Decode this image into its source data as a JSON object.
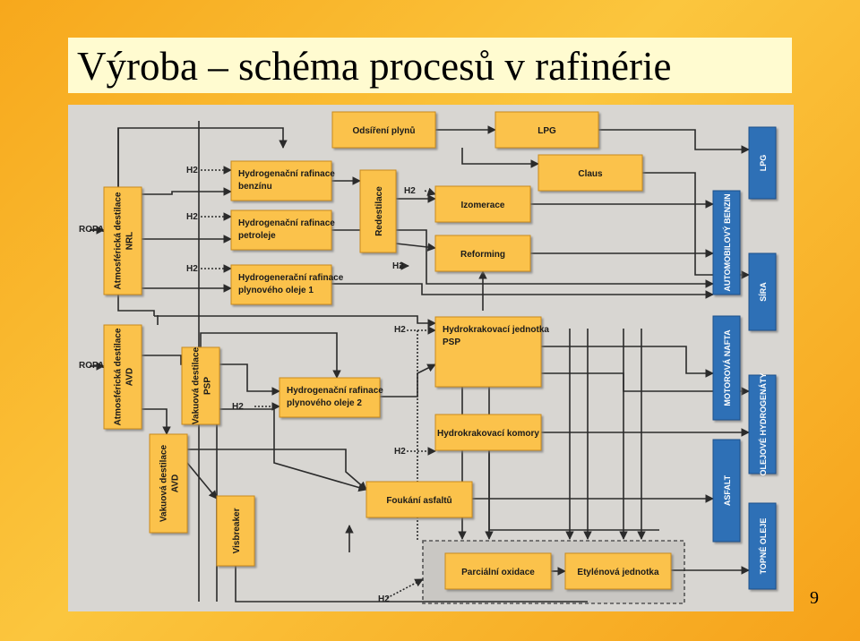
{
  "title": "Výroba – schéma procesů v rafinérie",
  "page_number": "9",
  "colors": {
    "process_box": "#fbc24b",
    "product_box": "#2f6fb6",
    "diagram_bg": "#d8d6d2"
  },
  "inputs": {
    "ropa_top": "ROPA",
    "ropa_bottom": "ROPA"
  },
  "h2_label": "H2",
  "boxes": {
    "atm_nrl": [
      "Atmosférická destilace",
      "NRL"
    ],
    "atm_avd": [
      "Atmosférická destilace",
      "AVD"
    ],
    "vak_psp": [
      "Vakuová destilace",
      "PSP"
    ],
    "vak_avd": [
      "Vakuová destilace",
      "AVD"
    ],
    "visbreaker": [
      "Visbreaker"
    ],
    "redestilace": [
      "Redestilace"
    ],
    "odsireni": [
      "Odsíření plynů"
    ],
    "lpg_box": [
      "LPG"
    ],
    "claus": [
      "Claus"
    ],
    "hr_benzin": [
      "Hydrogenační rafinace",
      "benzínu"
    ],
    "hr_petrolej": [
      "Hydrogenační rafinace",
      "petroleje"
    ],
    "hr_olej1": [
      "Hydrogenerační rafinace",
      "plynového oleje 1"
    ],
    "hr_olej2": [
      "Hydrogenační rafinace",
      "plynového oleje 2"
    ],
    "izomerace": [
      "Izomerace"
    ],
    "reforming": [
      "Reforming"
    ],
    "hk_psp": [
      "Hydrokrakovací jednotka",
      "PSP"
    ],
    "hk_komory": [
      "Hydrokrakovací komory"
    ],
    "foukani": [
      "Foukání asfaltů"
    ],
    "parcialni": [
      "Parciální oxidace"
    ],
    "etylen": [
      "Etylénová jednotka"
    ]
  },
  "products": {
    "lpg": "LPG",
    "benzin": "AUTOMOBILOVÝ BENZIN",
    "sira": "SÍRA",
    "nafta": "MOTOROVÁ NAFTA",
    "oleje_hydro": "OLEJOVÉ HYDROGENÁTY",
    "asfalt": "ASFALT",
    "topne": "TOPNÉ OLEJE"
  }
}
